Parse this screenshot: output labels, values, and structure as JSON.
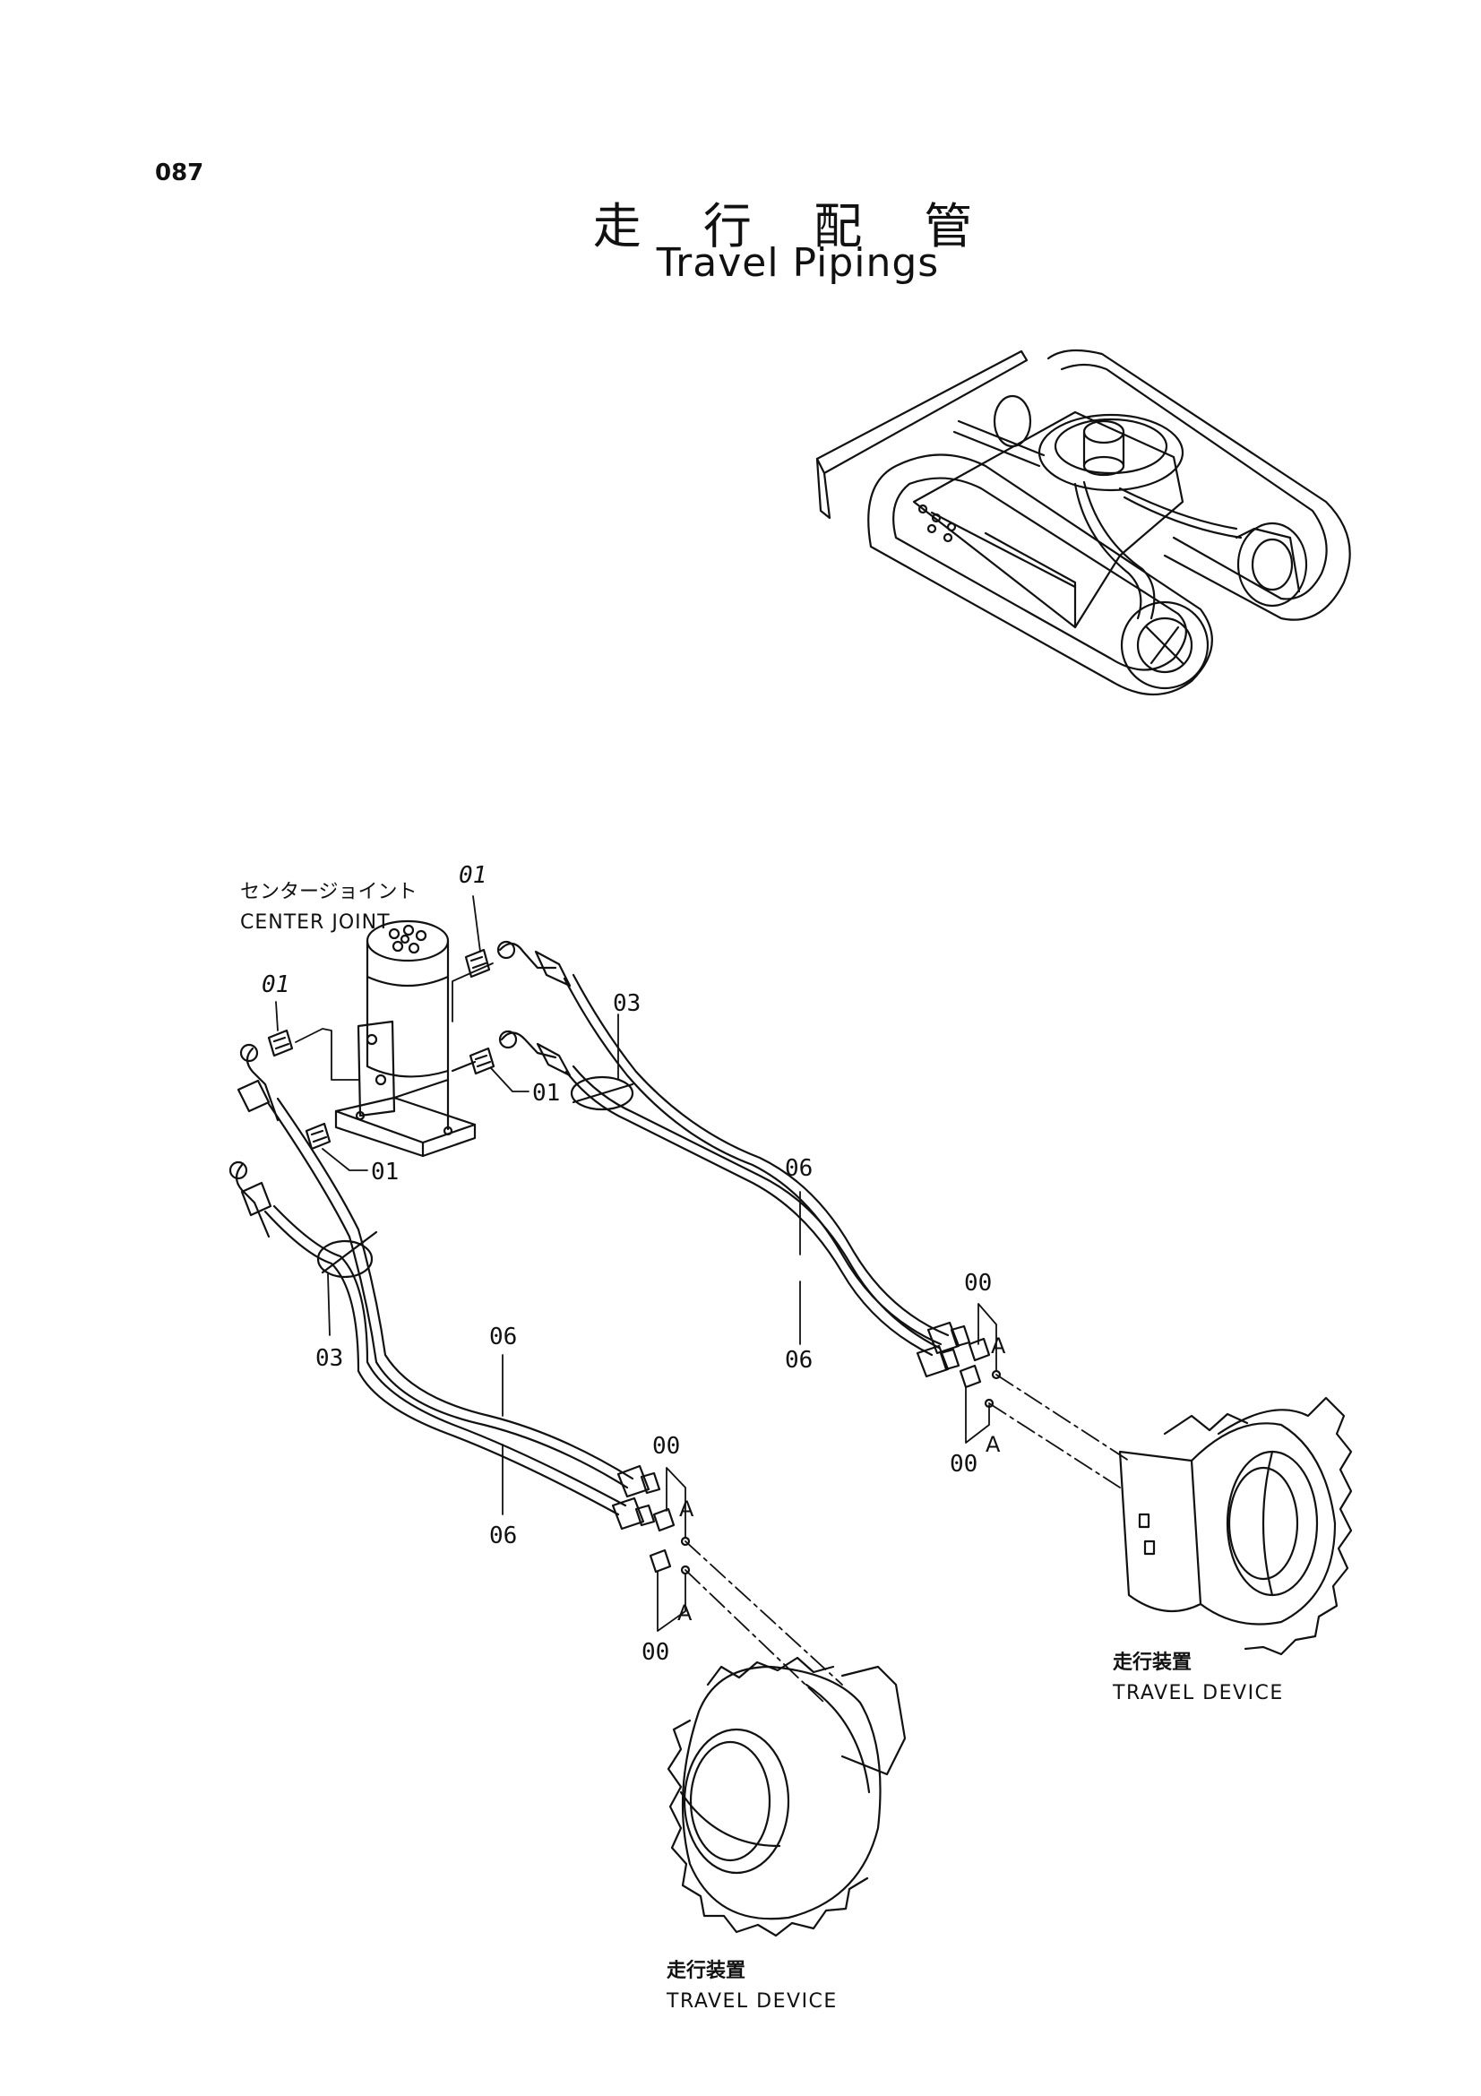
{
  "page_number": "087",
  "title": {
    "japanese": "走 行 配 管",
    "english": "Travel Pipings"
  },
  "components": {
    "center_joint": {
      "ja": "センタージョイント",
      "en": "CENTER JOINT"
    },
    "travel_device_right": {
      "ja": "走行装置",
      "en": "TRAVEL DEVICE"
    },
    "travel_device_left": {
      "ja": "走行装置",
      "en": "TRAVEL DEVICE"
    }
  },
  "callouts": {
    "c01_top": "01",
    "c01_left": "01",
    "c01_mid_right": "01",
    "c01_lower": "01",
    "c03_right": "03",
    "c03_left": "03",
    "c06_r_top": "06",
    "c06_r_bot": "06",
    "c06_l_top": "06",
    "c06_l_bot": "06",
    "c00_r_top": "00",
    "c00_r_bot": "00",
    "c00_l_top": "00",
    "c00_l_bot": "00",
    "a_r_top": "A",
    "a_r_bot": "A",
    "a_l_top": "A",
    "a_l_bot": "A"
  }
}
